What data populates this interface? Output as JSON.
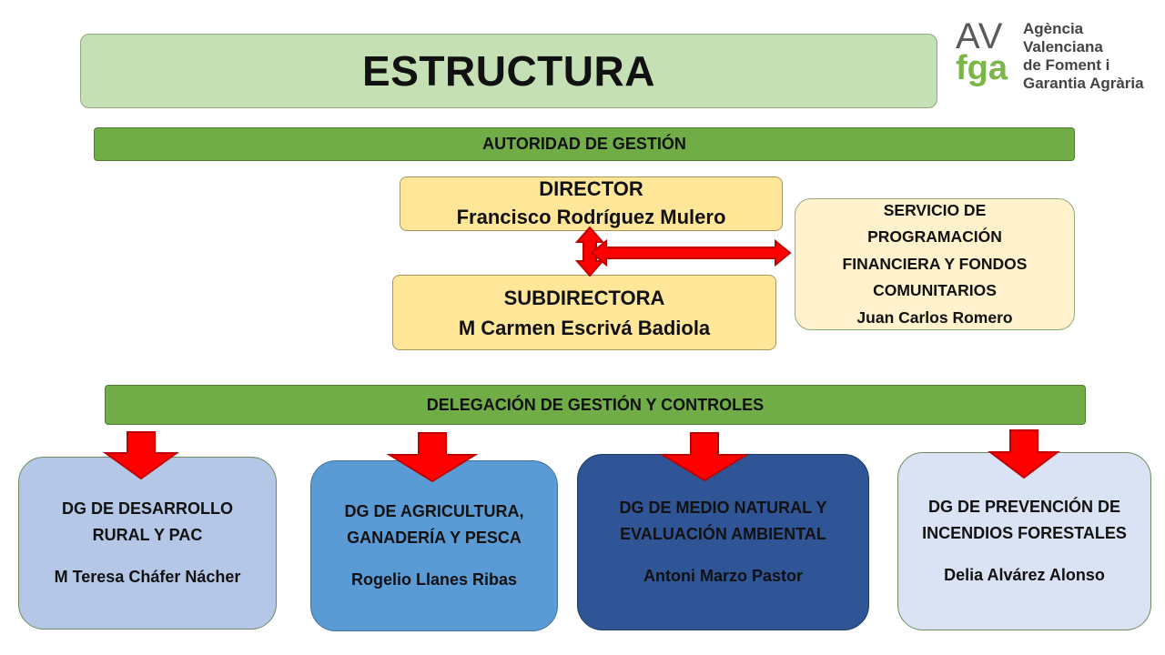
{
  "title": "ESTRUCTURA",
  "logo": {
    "av": "AV",
    "fga": "fga",
    "org_line1": "Agència Valenciana",
    "org_line2": "de Foment i",
    "org_line3": "Garantia Agrària"
  },
  "autoridad": "AUTORIDAD DE GESTIÓN",
  "director": {
    "role": "DIRECTOR",
    "name": "Francisco Rodríguez Mulero"
  },
  "subdirectora": {
    "role": "SUBDIRECTORA",
    "name": "M Carmen Escrivá Badiola"
  },
  "servicio": {
    "line1": "SERVICIO DE",
    "line2": "PROGRAMACIÓN",
    "line3": "FINANCIERA Y FONDOS",
    "line4": "COMUNITARIOS",
    "name": "Juan Carlos Romero"
  },
  "delegacion": "DELEGACIÓN DE GESTIÓN Y CONTROLES",
  "dgs": [
    {
      "line1": "DG DE DESARROLLO",
      "line2": "RURAL Y PAC",
      "name": "M Teresa Cháfer Nácher",
      "fill": "#b4c7e7",
      "text_color": "#111111"
    },
    {
      "line1": "DG DE AGRICULTURA,",
      "line2": "GANADERÍA Y PESCA",
      "name": "Rogelio Llanes Ribas",
      "fill": "#5b9bd5",
      "text_color": "#111111"
    },
    {
      "line1": "DG DE MEDIO NATURAL Y",
      "line2": "EVALUACIÓN AMBIENTAL",
      "name": "Antoni Marzo Pastor",
      "fill": "#2f5597",
      "text_color": "#111111"
    },
    {
      "line1": "DG DE PREVENCIÓN DE",
      "line2": "INCENDIOS FORESTALES",
      "name": "Delia Alvárez Alonso",
      "fill": "#dae3f3",
      "text_color": "#111111"
    }
  ],
  "colors": {
    "title_fill": "#c5e0b4",
    "band_fill": "#70ad47",
    "director_fill": "#ffe699",
    "servicio_fill": "#fff2cc",
    "arrow": "#ff0000"
  }
}
